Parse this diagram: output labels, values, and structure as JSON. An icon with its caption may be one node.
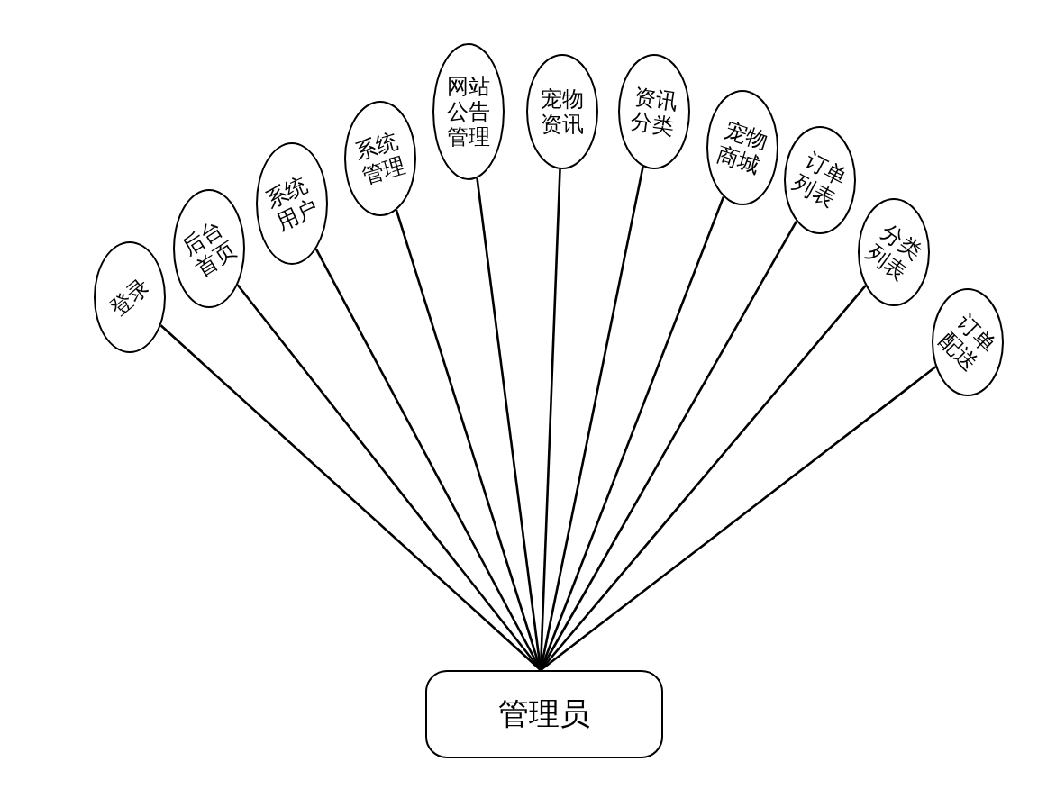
{
  "diagram": {
    "nodes": [
      {
        "text": [
          "登录"
        ]
      },
      {
        "text": [
          "后台首页"
        ]
      },
      {
        "text": [
          "系统用户"
        ]
      },
      {
        "text": [
          "系统管理"
        ]
      },
      {
        "text": [
          "网站公告管理"
        ]
      },
      {
        "text": [
          "宠物资讯"
        ]
      },
      {
        "text": [
          "资讯分类"
        ]
      },
      {
        "text": [
          "宠物商城"
        ]
      },
      {
        "text": [
          "订单列表"
        ]
      },
      {
        "text": [
          "分类列表"
        ]
      },
      {
        "text": [
          "订单配送"
        ]
      },
      {
        "text": [
          "管理员"
        ]
      }
    ],
    "edges": [
      {
        "from": 11,
        "to": 0,
        "arrow": "none"
      },
      {
        "from": 11,
        "to": 1,
        "arrow": "none"
      },
      {
        "from": 11,
        "to": 2,
        "arrow": "none"
      },
      {
        "from": 11,
        "to": 3,
        "arrow": "none"
      },
      {
        "from": 11,
        "to": 4,
        "arrow": "none"
      },
      {
        "from": 11,
        "to": 5,
        "arrow": "none"
      },
      {
        "from": 11,
        "to": 6,
        "arrow": "none"
      },
      {
        "from": 11,
        "to": 7,
        "arrow": "none"
      },
      {
        "from": 11,
        "to": 8,
        "arrow": "none"
      },
      {
        "from": 11,
        "to": 9,
        "arrow": "none"
      },
      {
        "from": 11,
        "to": 10,
        "arrow": "none"
      }
    ]
  }
}
